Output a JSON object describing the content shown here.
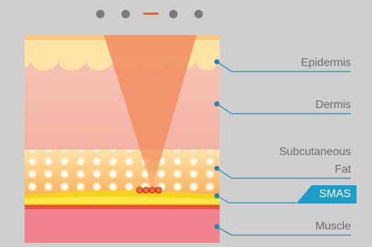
{
  "pagination": {
    "count": 5,
    "active_index": 2
  },
  "labels": {
    "epidermis": "Epidermis",
    "dermis": "Dermis",
    "subcutaneous": "Subcutaneous",
    "fat": "Fat",
    "smas": "SMAS",
    "muscle": "Muscle"
  },
  "colors": {
    "background": "#cfcfcf",
    "leader_line": "#1f87b8",
    "smas_badge": "#1f9cc7",
    "active_indicator": "#e1622a",
    "inactive_dot": "#7a7a7a"
  }
}
